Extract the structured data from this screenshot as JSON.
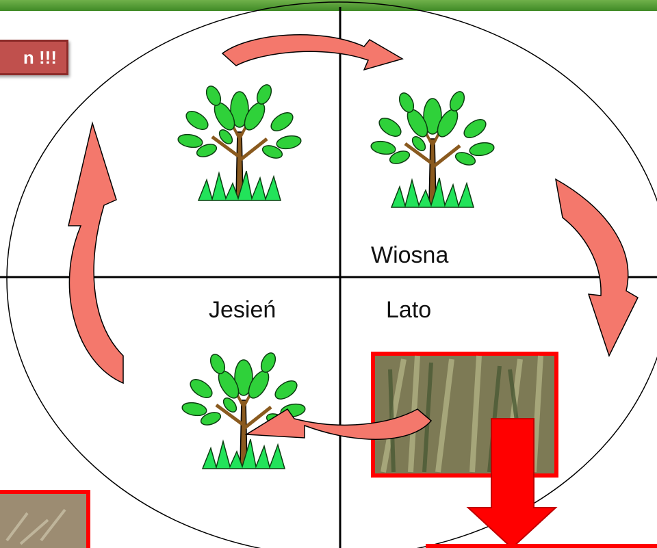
{
  "labels": {
    "warning": "n !!!",
    "wiosna": "Wiosna",
    "jesien": "Jesień",
    "lato": "Lato"
  },
  "colors": {
    "arrow": "#f4786c",
    "arrow_dark": "#c94a40",
    "big_arrow": "#ff0000",
    "leaf": "#2fd13a",
    "leaf_dark": "#1b8f23",
    "trunk": "#8a5a1f",
    "grass": "#22e35a",
    "photo_border": "#ff0000",
    "warning_box": "#c0504d"
  },
  "icons": [
    "tree-icon",
    "curved-arrow-icon",
    "down-arrow-icon",
    "wheat-photo",
    "seedling-photo"
  ]
}
